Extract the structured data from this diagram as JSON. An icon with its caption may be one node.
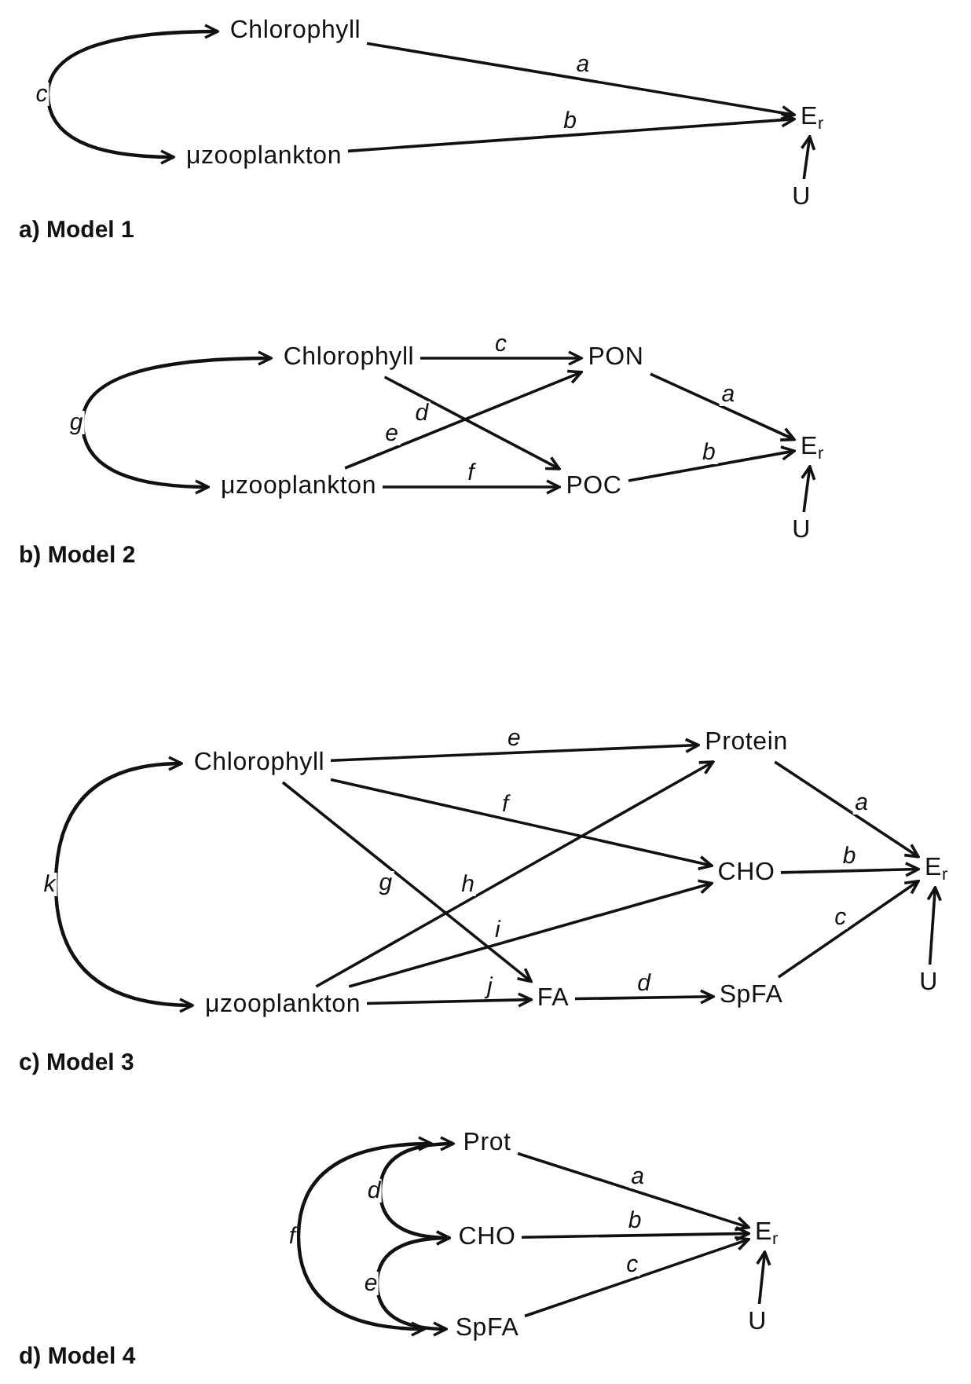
{
  "diagram": {
    "nodes": [
      {
        "text": [
          "Chlorophyll"
        ]
      },
      {
        "text": [
          "μzooplankton"
        ]
      },
      {
        "text": [
          "E$_{r}$"
        ]
      },
      {
        "text": [
          "U"
        ]
      },
      {
        "text": [
          "Chlorophyll"
        ]
      },
      {
        "text": [
          "μzooplankton"
        ]
      },
      {
        "text": [
          "PON"
        ]
      },
      {
        "text": [
          "POC"
        ]
      },
      {
        "text": [
          "E$_{r}$"
        ]
      },
      {
        "text": [
          "U"
        ]
      },
      {
        "text": [
          "Chlorophyll"
        ]
      },
      {
        "text": [
          "μzooplankton"
        ]
      },
      {
        "text": [
          "Protein"
        ]
      },
      {
        "text": [
          "CHO"
        ]
      },
      {
        "text": [
          "FA"
        ]
      },
      {
        "text": [
          "SpFA"
        ]
      },
      {
        "text": [
          "E$_{r}$"
        ]
      },
      {
        "text": [
          "U"
        ]
      },
      {
        "text": [
          "Prot"
        ]
      },
      {
        "text": [
          "CHO"
        ]
      },
      {
        "text": [
          "SpFA"
        ]
      },
      {
        "text": [
          "E$_{r}$"
        ]
      },
      {
        "text": [
          "U"
        ]
      }
    ],
    "edges": [
      {
        "from": 0,
        "to": 2,
        "arrow": "to",
        "label": "a"
      },
      {
        "from": 1,
        "to": 2,
        "arrow": "to",
        "label": "b"
      },
      {
        "from": 0,
        "to": 1,
        "arrow": "both",
        "label": "c"
      },
      {
        "from": 3,
        "to": 2,
        "arrow": "to"
      },
      {
        "from": 4,
        "to": 6,
        "arrow": "to",
        "label": "c"
      },
      {
        "from": 4,
        "to": 7,
        "arrow": "to",
        "label": "d"
      },
      {
        "from": 5,
        "to": 6,
        "arrow": "to",
        "label": "e"
      },
      {
        "from": 5,
        "to": 7,
        "arrow": "to",
        "label": "f"
      },
      {
        "from": 6,
        "to": 8,
        "arrow": "to",
        "label": "a"
      },
      {
        "from": 7,
        "to": 8,
        "arrow": "to",
        "label": "b"
      },
      {
        "from": 4,
        "to": 5,
        "arrow": "both",
        "label": "g"
      },
      {
        "from": 9,
        "to": 8,
        "arrow": "to"
      },
      {
        "from": 10,
        "to": 12,
        "arrow": "to",
        "label": "e"
      },
      {
        "from": 10,
        "to": 13,
        "arrow": "to",
        "label": "f"
      },
      {
        "from": 10,
        "to": 14,
        "arrow": "to",
        "label": "g"
      },
      {
        "from": 11,
        "to": 12,
        "arrow": "to",
        "label": "h"
      },
      {
        "from": 11,
        "to": 13,
        "arrow": "to",
        "label": "i"
      },
      {
        "from": 11,
        "to": 14,
        "arrow": "to",
        "label": "j"
      },
      {
        "from": 14,
        "to": 15,
        "arrow": "to",
        "label": "d"
      },
      {
        "from": 12,
        "to": 16,
        "arrow": "to",
        "label": "a"
      },
      {
        "from": 13,
        "to": 16,
        "arrow": "to",
        "label": "b"
      },
      {
        "from": 15,
        "to": 16,
        "arrow": "to",
        "label": "c"
      },
      {
        "from": 17,
        "to": 16,
        "arrow": "to"
      },
      {
        "from": 10,
        "to": 11,
        "arrow": "both",
        "label": "k"
      },
      {
        "from": 18,
        "to": 21,
        "arrow": "to",
        "label": "a"
      },
      {
        "from": 19,
        "to": 21,
        "arrow": "to",
        "label": "b"
      },
      {
        "from": 20,
        "to": 21,
        "arrow": "to",
        "label": "c"
      },
      {
        "from": 18,
        "to": 19,
        "arrow": "both",
        "label": "d"
      },
      {
        "from": 19,
        "to": 20,
        "arrow": "both",
        "label": "e"
      },
      {
        "from": 18,
        "to": 20,
        "arrow": "both",
        "label": "f"
      },
      {
        "from": 22,
        "to": 21,
        "arrow": "to"
      }
    ],
    "labels": [
      "a) Model 1",
      "b) Model 2",
      "c) Model 3",
      "d) Model 4"
    ]
  }
}
